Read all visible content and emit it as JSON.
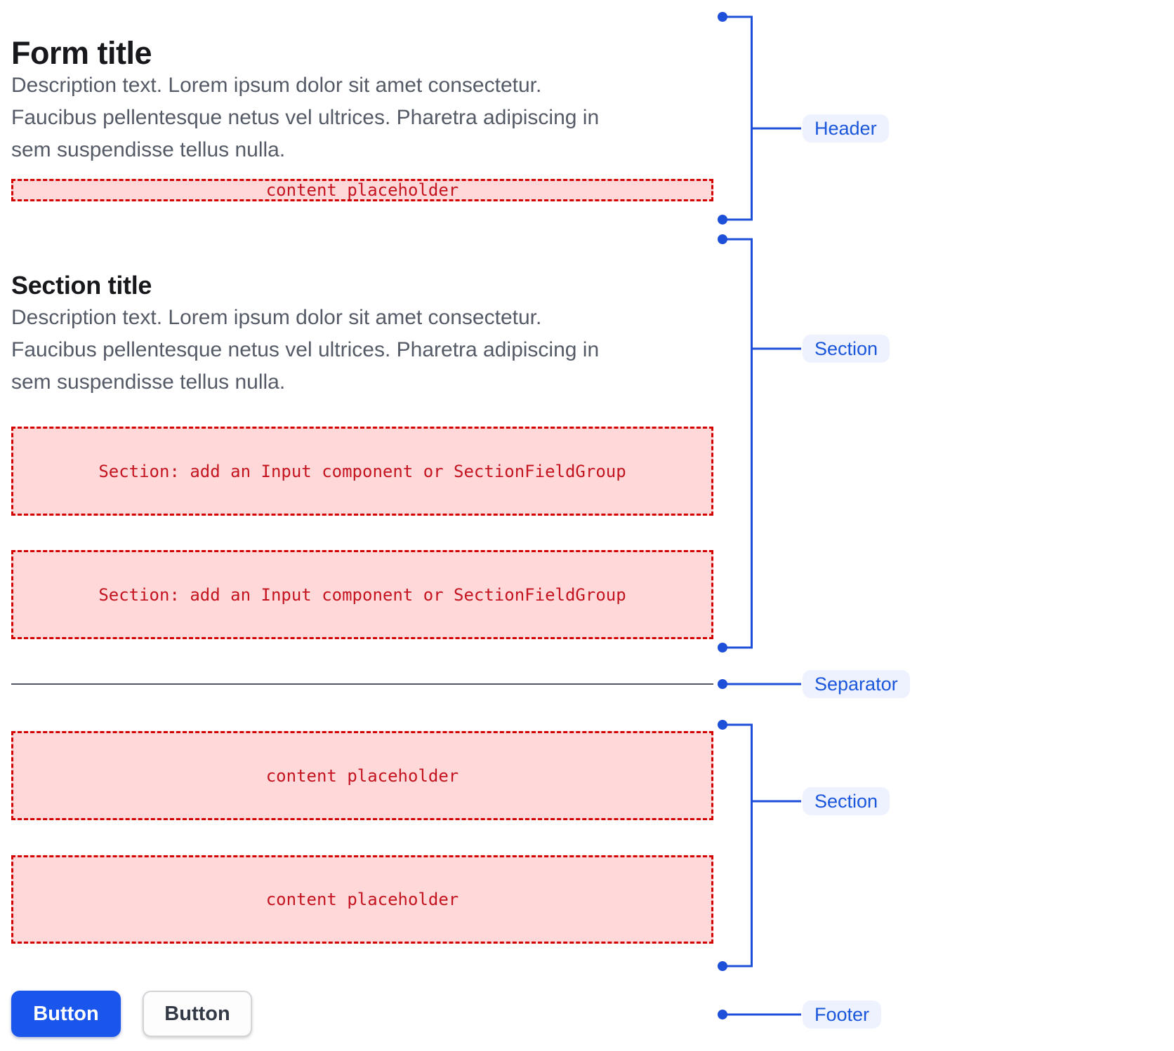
{
  "colors": {
    "accent_blue": "#1d4fd8",
    "label_bg": "#edf2fe",
    "label_text": "#1a56db",
    "placeholder_bg": "#ffd9d9",
    "placeholder_border": "#d40000",
    "placeholder_text": "#c41420",
    "primary_button_bg": "#1a56ec",
    "separator": "#515662",
    "title_text": "#17181c",
    "description_text": "#555b66"
  },
  "header": {
    "title": "Form title",
    "description_lines": [
      "Description text. Lorem ipsum dolor sit amet consectetur.",
      "Faucibus pellentesque netus vel ultrices. Pharetra adipiscing in",
      "sem suspendisse tellus nulla."
    ],
    "placeholder": "content placeholder"
  },
  "section": {
    "title": "Section title",
    "description_lines": [
      "Description text. Lorem ipsum dolor sit amet consectetur.",
      "Faucibus pellentesque netus vel ultrices. Pharetra adipiscing in",
      "sem suspendisse tellus nulla."
    ],
    "field_placeholders": [
      "Section: add an Input component or SectionFieldGroup",
      "Section: add an Input component or SectionFieldGroup"
    ]
  },
  "content_section": {
    "placeholders": [
      "content placeholder",
      "content placeholder"
    ]
  },
  "footer": {
    "buttons": [
      {
        "label": "Button",
        "variant": "primary"
      },
      {
        "label": "Button",
        "variant": "secondary"
      }
    ]
  },
  "annotations": {
    "labels": [
      {
        "text": "Header"
      },
      {
        "text": "Section"
      },
      {
        "text": "Separator"
      },
      {
        "text": "Section"
      },
      {
        "text": "Footer"
      }
    ]
  }
}
